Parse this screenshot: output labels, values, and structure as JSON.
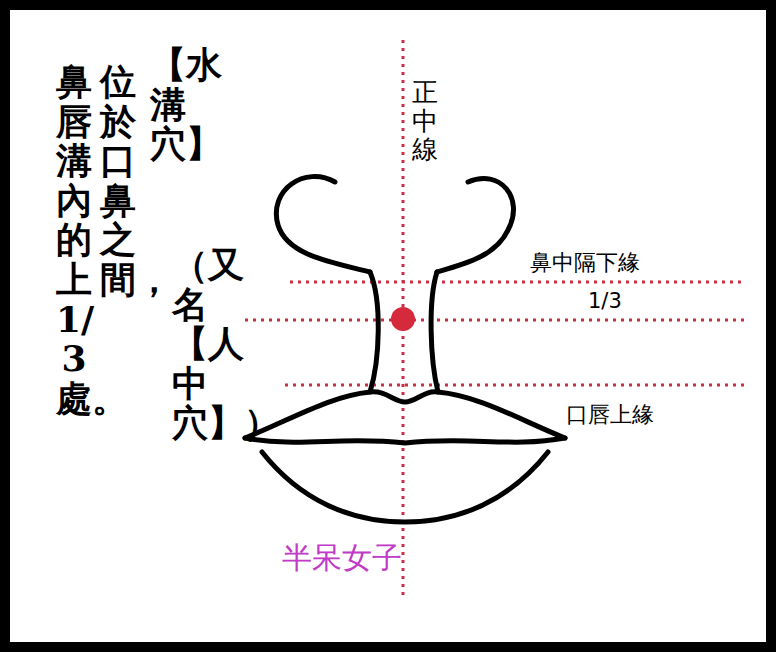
{
  "diagram": {
    "labels": [
      "【水溝穴】",
      "（又名【人中穴】）",
      "位於口鼻之間，",
      "鼻唇溝內的上1/3處。",
      "正中線",
      "鼻中隔下緣",
      "1/3",
      "口唇上緣",
      "半呆女子"
    ]
  }
}
